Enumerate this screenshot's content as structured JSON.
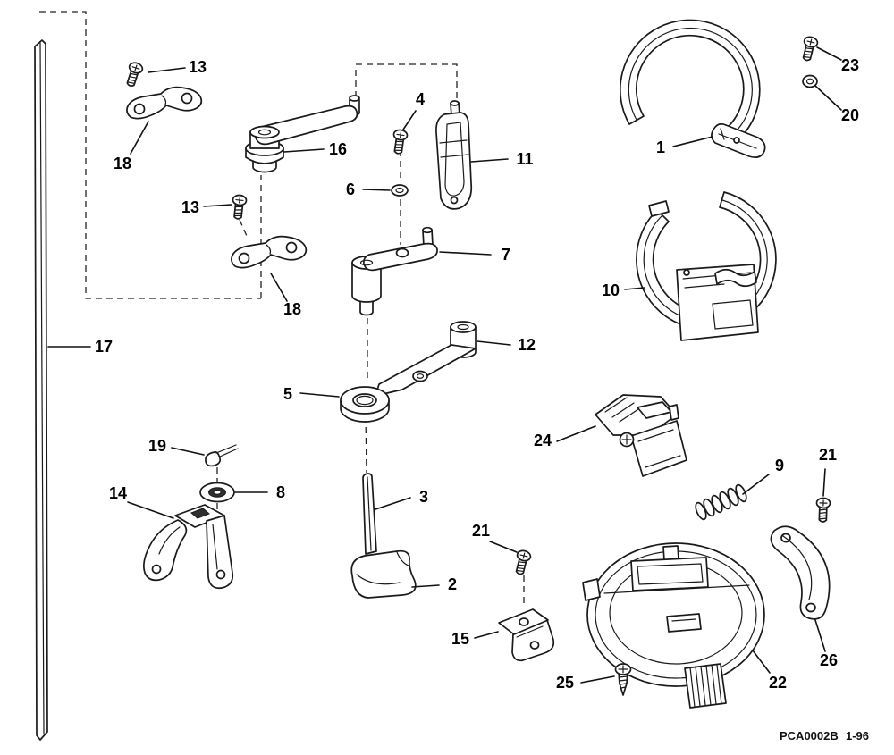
{
  "diagram": {
    "callouts": {
      "c1": {
        "label": "1"
      },
      "c2": {
        "label": "2"
      },
      "c3": {
        "label": "3"
      },
      "c4": {
        "label": "4"
      },
      "c5": {
        "label": "5"
      },
      "c6": {
        "label": "6"
      },
      "c7": {
        "label": "7"
      },
      "c8": {
        "label": "8"
      },
      "c9": {
        "label": "9"
      },
      "c10": {
        "label": "10"
      },
      "c11": {
        "label": "11"
      },
      "c12": {
        "label": "12"
      },
      "c13a": {
        "label": "13"
      },
      "c13b": {
        "label": "13"
      },
      "c14": {
        "label": "14"
      },
      "c15": {
        "label": "15"
      },
      "c16": {
        "label": "16"
      },
      "c17": {
        "label": "17"
      },
      "c18a": {
        "label": "18"
      },
      "c18b": {
        "label": "18"
      },
      "c19": {
        "label": "19"
      },
      "c20": {
        "label": "20"
      },
      "c21a": {
        "label": "21"
      },
      "c21b": {
        "label": "21"
      },
      "c22": {
        "label": "22"
      },
      "c23": {
        "label": "23"
      },
      "c24": {
        "label": "24"
      },
      "c25": {
        "label": "25"
      },
      "c26": {
        "label": "26"
      }
    },
    "footer": {
      "code": "PCA0002B",
      "date": "1-96"
    },
    "colors": {
      "line": "#1a1a1a",
      "background": "#ffffff"
    }
  }
}
